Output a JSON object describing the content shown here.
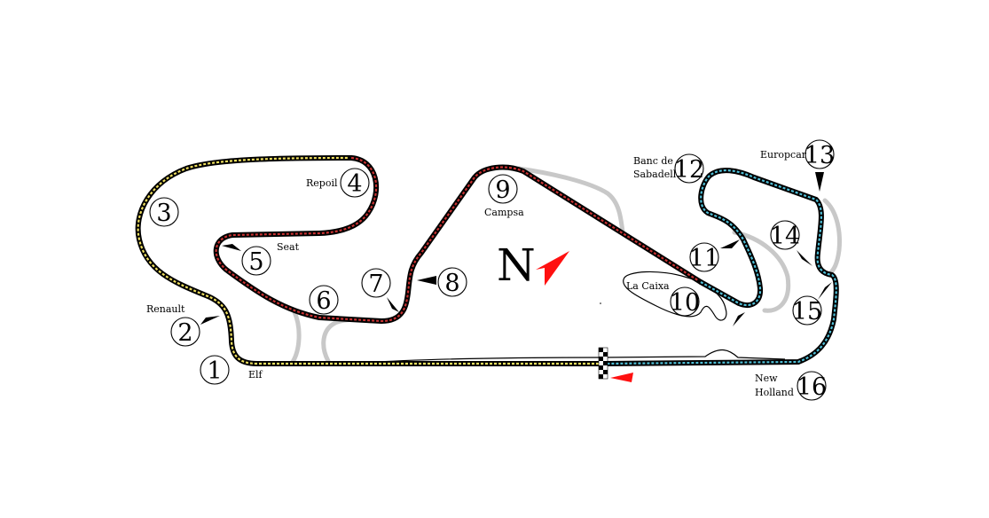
{
  "circuit": {
    "sector_colors": {
      "sector1": "#f0e060",
      "sector2": "#c83232",
      "sector3": "#50c0d8"
    },
    "north": {
      "letter": "N",
      "arrow_color": "#ff1010"
    },
    "start_finish": {
      "icon": "checkered-flag-icon",
      "direction_arrow_color": "#ff1010"
    },
    "turns": [
      {
        "number": "1",
        "label": "Elf"
      },
      {
        "number": "2",
        "label": "Renault"
      },
      {
        "number": "3",
        "label": ""
      },
      {
        "number": "4",
        "label": "Repoil"
      },
      {
        "number": "5",
        "label": "Seat"
      },
      {
        "number": "6",
        "label": ""
      },
      {
        "number": "7",
        "label": ""
      },
      {
        "number": "8",
        "label": ""
      },
      {
        "number": "9",
        "label": "Campsa"
      },
      {
        "number": "10",
        "label": "La Caixa"
      },
      {
        "number": "11",
        "label": ""
      },
      {
        "number": "12",
        "label_line1": "Banc de",
        "label_line2": "Sabadell"
      },
      {
        "number": "13",
        "label": "Europcar"
      },
      {
        "number": "14",
        "label": ""
      },
      {
        "number": "15",
        "label": ""
      },
      {
        "number": "16",
        "label_line1": "New",
        "label_line2": "Holland"
      }
    ]
  }
}
